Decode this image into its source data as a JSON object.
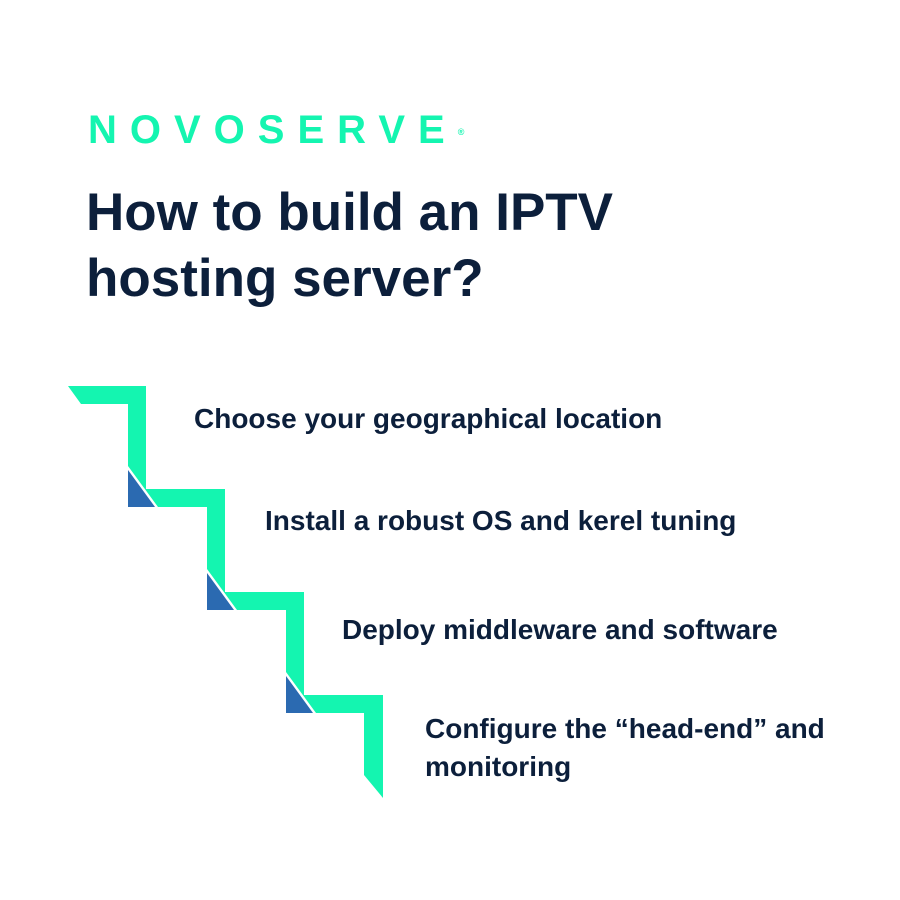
{
  "brand": {
    "logo_text": "NOVOSERVE",
    "registered_mark": "®",
    "logo_color": "#14f5b0"
  },
  "title": "How to build an IPTV hosting server?",
  "steps": [
    {
      "label": "Choose your geographical location"
    },
    {
      "label": "Install a robust OS and kerel tuning"
    },
    {
      "label": "Deploy middleware and software"
    },
    {
      "label": "Configure the “head-end” and monitoring"
    }
  ],
  "colors": {
    "stair": "#14f5b0",
    "triangle": "#2b6ab1",
    "text": "#0c1f3b"
  },
  "icons": [
    "staircase-graphic"
  ]
}
